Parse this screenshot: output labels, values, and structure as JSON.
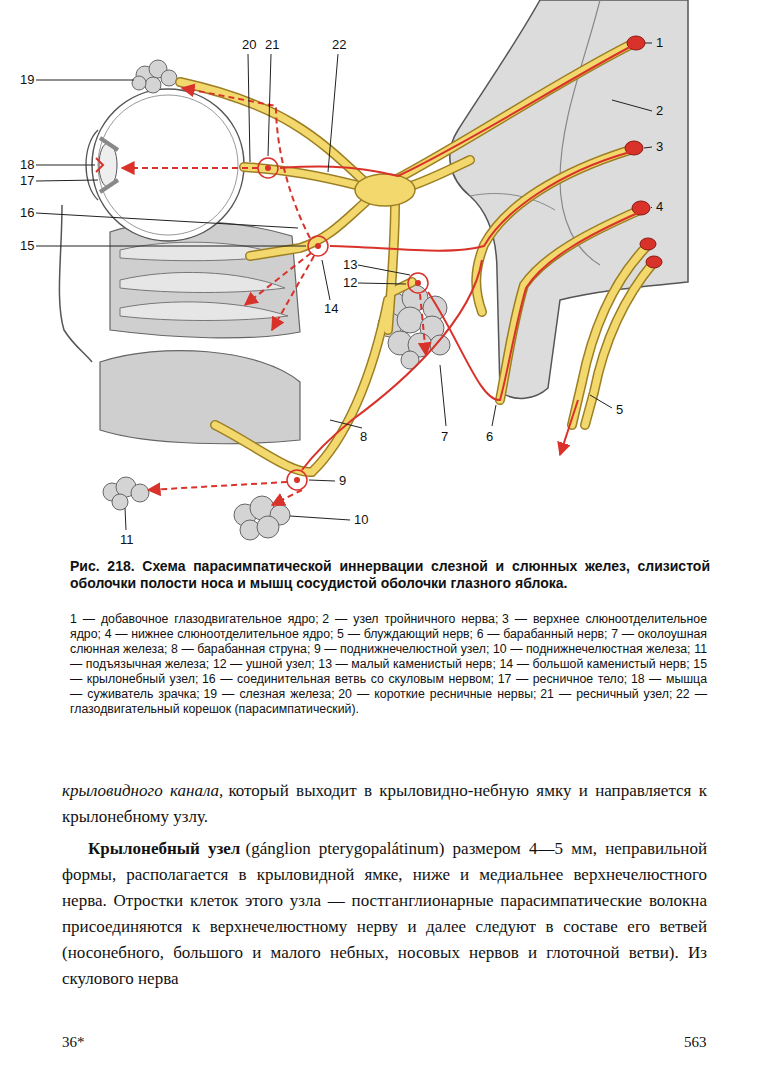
{
  "diagram": {
    "caption": "Рис. 218. Схема парасимпатической иннервации слезной и слюнных желез, слизистой оболочки полости носа и мышц сосудистой оболочки глазного яблока.",
    "labels": [
      "1",
      "2",
      "3",
      "4",
      "5",
      "6",
      "7",
      "8",
      "9",
      "10",
      "11",
      "12",
      "13",
      "14",
      "15",
      "16",
      "17",
      "18",
      "19",
      "20",
      "21",
      "22",
      "1 — добавочное глазодвигательное ядро;",
      "2 — узел тройничного нерва;",
      "3 — верхнее слюноотделительное ядро;",
      "4 — нижнее слюноотделительное ядро;",
      "5 — блуждающий нерв;",
      "6 — барабанный нерв;",
      "7 — околоушная слюнная железа;",
      "8 — барабанная струна;",
      "9 — поднижнечелюстной узел;",
      "10 — поднижнечелюстная железа;",
      "11 — подъязычная железа;",
      "12 — ушной узел;",
      "13 — малый каменистый нерв;",
      "14 — большой каменистый нерв;",
      "15 — крылонебный узел;",
      "16 — соединительная ветвь со скуловым нервом;",
      "17 — ресничное тело;",
      "18 — мышца — суживатель зрачка;",
      "19 — слезная железа;",
      "20 — короткие ресничные нервы;",
      "21 — ресничный узел;",
      "22 — глазодвигательный корешок (парасимпатический).",
      "крыловидного канала,",
      "который выходит в крыловидно-небную ямку и направляется к крылонебному узлу.",
      "Крылонебный узел",
      "(gánglion pterygopalátinum) размером 4—5 мм, неправильной формы, располагается в крыловидной ямке, ниже и медиальнее верхнечелюстного нерва. Отростки клеток этого узла — постганглионарные парасимпатические волокна присоединяются к верхнечелюстному нерву и далее следуют в составе его ветвей (носонебного, большого и малого небных, носовых нервов и глоточной ветви). Из скулового нерва",
      "36*",
      "563"
    ]
  }
}
